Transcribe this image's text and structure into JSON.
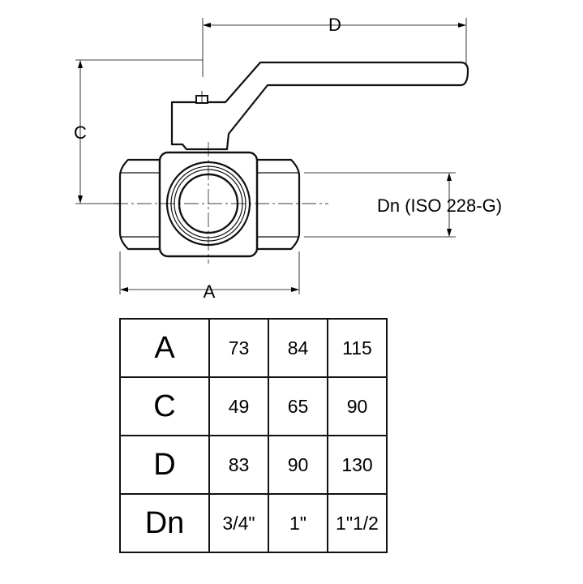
{
  "dimensions": {
    "D": "D",
    "C": "C",
    "A": "A",
    "Dn": "Dn (ISO 228-G)"
  },
  "table": {
    "rows": [
      {
        "label": "A",
        "values": [
          "73",
          "84",
          "115"
        ]
      },
      {
        "label": "C",
        "values": [
          "49",
          "65",
          "90"
        ]
      },
      {
        "label": "D",
        "values": [
          "83",
          "90",
          "130"
        ]
      },
      {
        "label": "Dn",
        "values": [
          "3/4\"",
          "1\"",
          "1\"1/2"
        ]
      }
    ]
  }
}
